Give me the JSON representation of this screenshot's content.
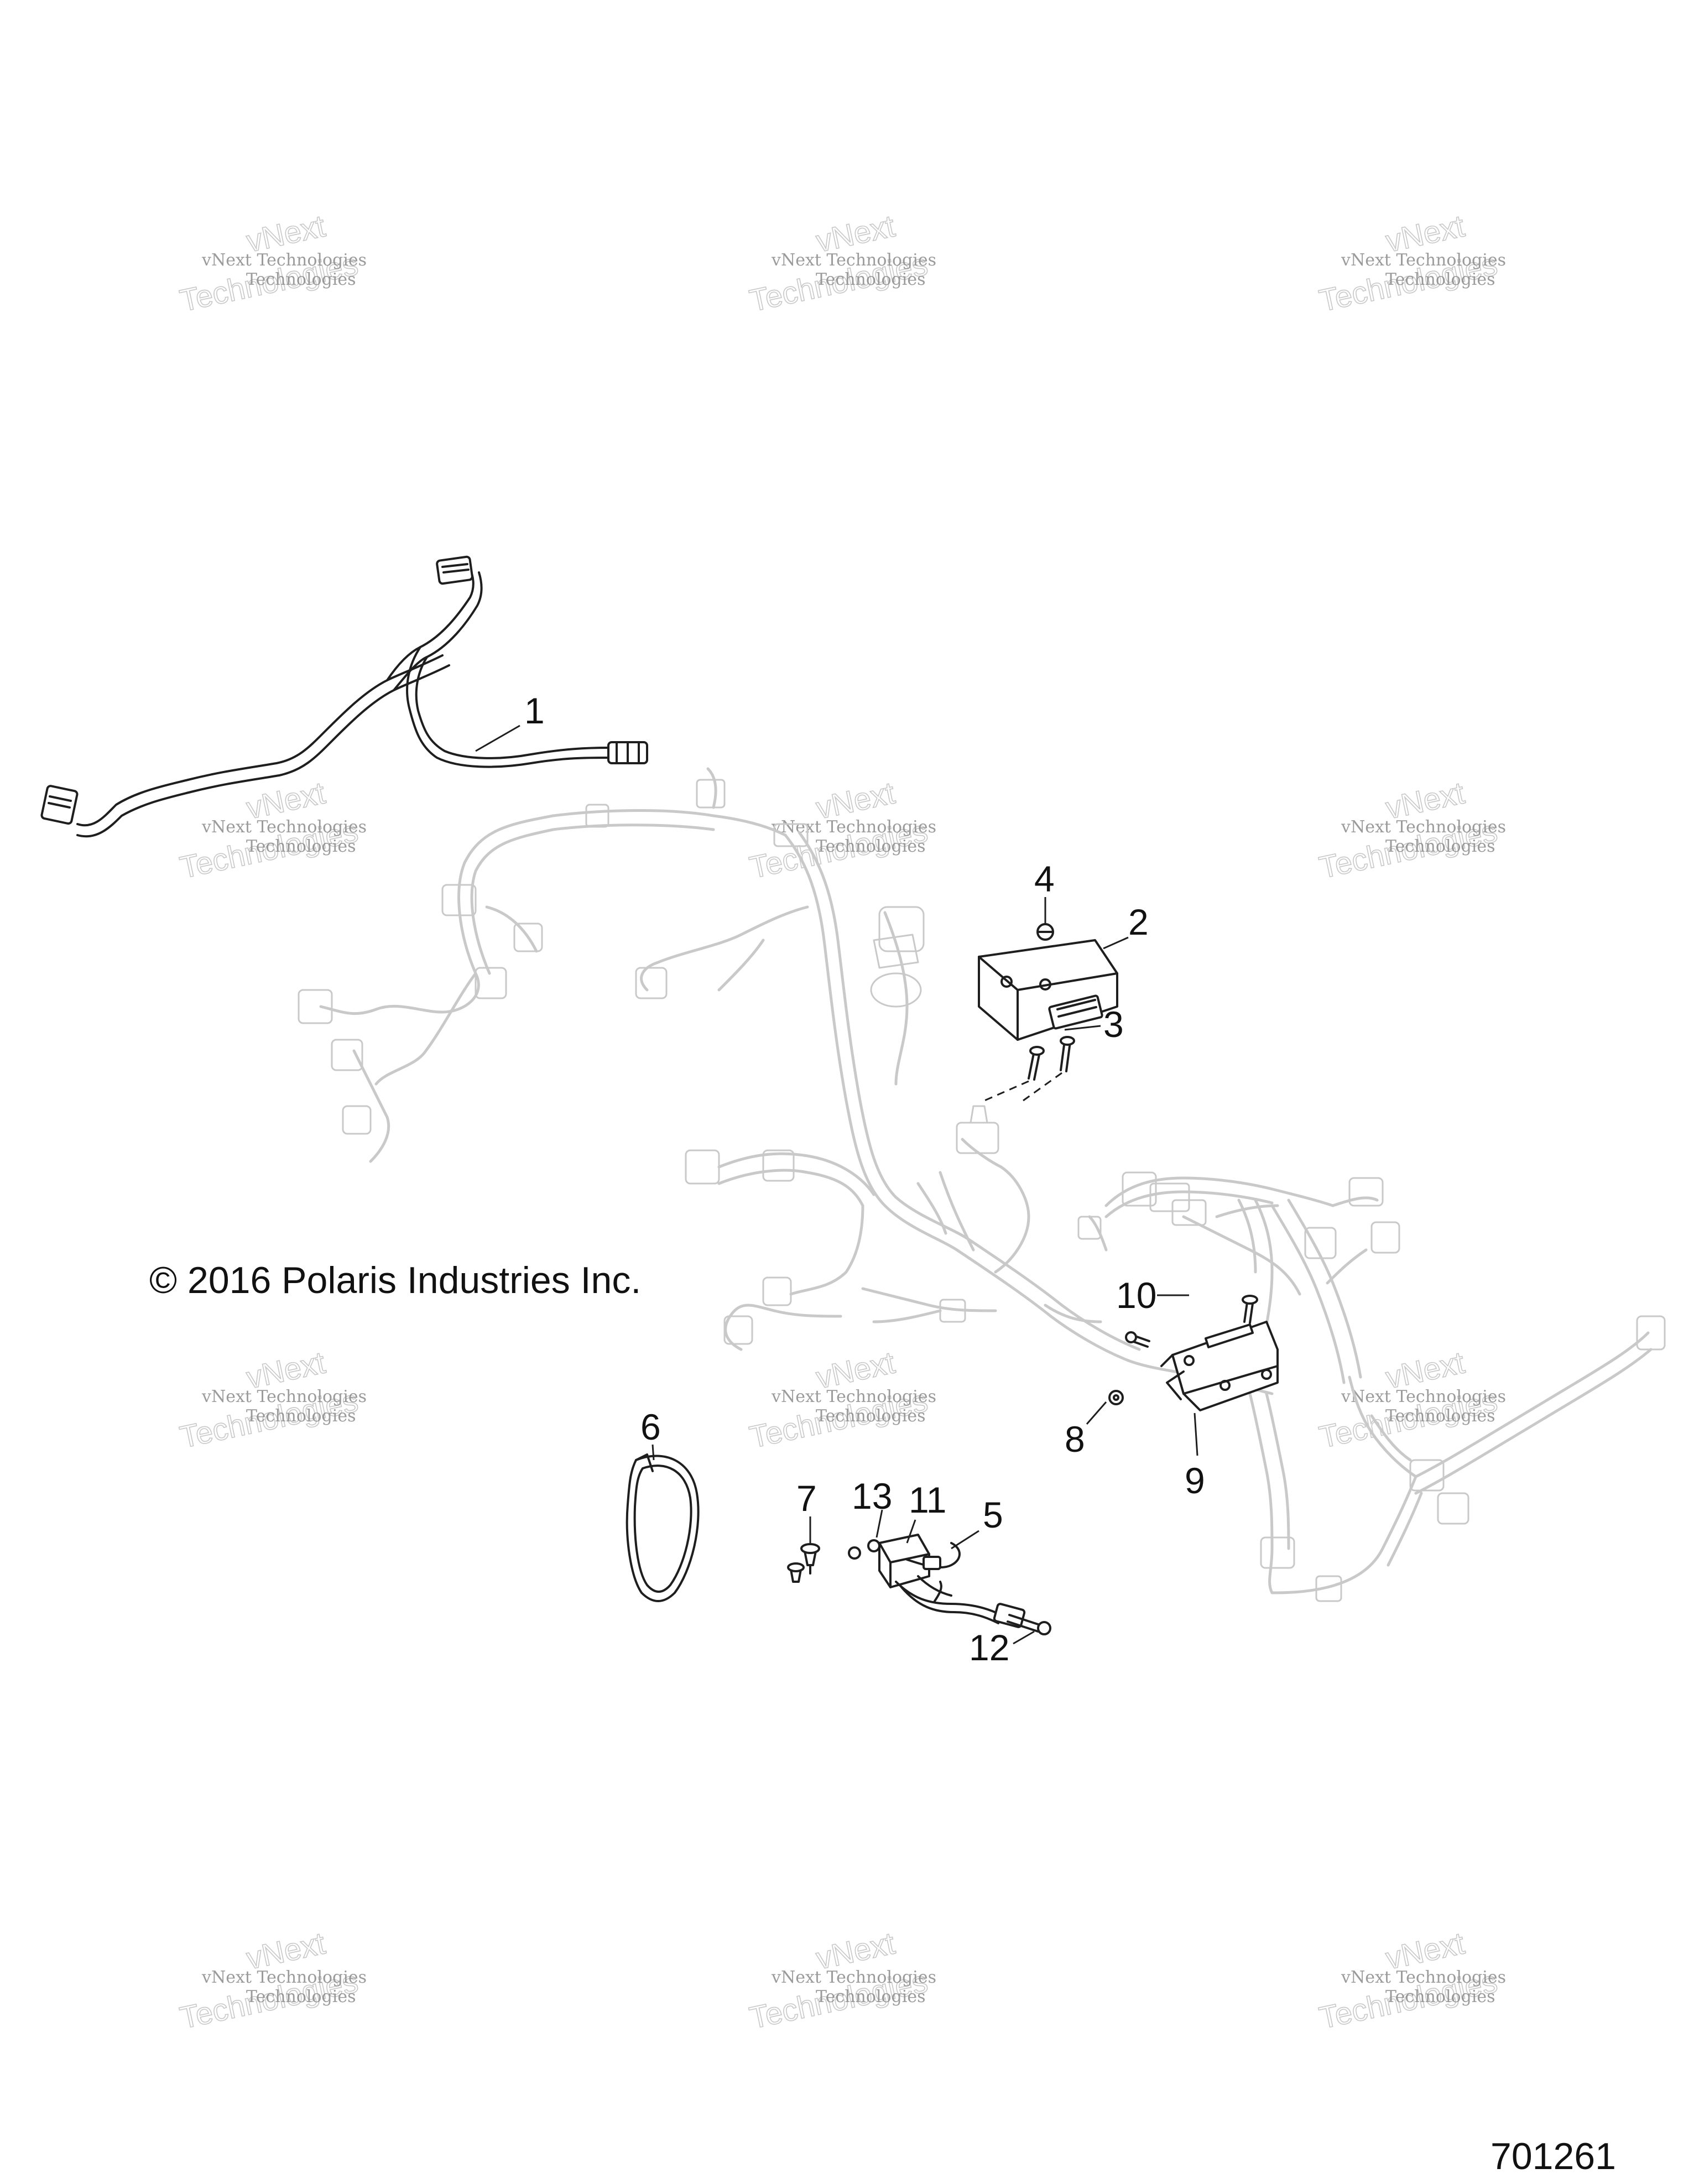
{
  "diagram": {
    "copyright": "© 2016 Polaris Industries Inc.",
    "document_number": "701261",
    "watermark": {
      "line1": "vNext Technologies",
      "line2": "vNext",
      "line3": "Technologies"
    },
    "callouts": [
      "1",
      "2",
      "3",
      "4",
      "5",
      "6",
      "7",
      "8",
      "9",
      "10",
      "11",
      "12",
      "13"
    ]
  }
}
